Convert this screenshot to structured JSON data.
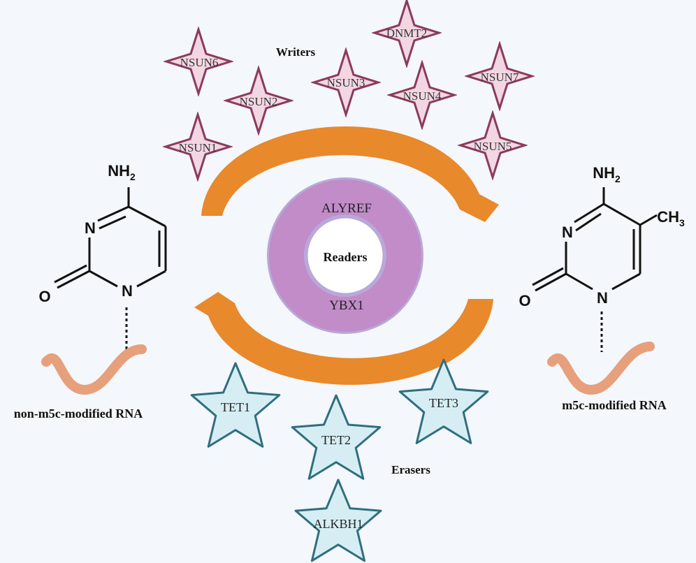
{
  "writers": {
    "heading": "Writers",
    "items": [
      "NSUN6",
      "NSUN2",
      "NSUN1",
      "DNMT2",
      "NSUN3",
      "NSUN4",
      "NSUN7",
      "NSUN5"
    ]
  },
  "readers": {
    "heading": "Readers",
    "top": "ALYREF",
    "bottom": "YBX1"
  },
  "erasers": {
    "heading": "Erasers",
    "items": [
      "TET1",
      "TET2",
      "TET3",
      "ALKBH1"
    ]
  },
  "left_molecule": {
    "nh2": "NH",
    "nh2_sub": "2",
    "n_top": "N",
    "n_bottom": "N",
    "o": "O",
    "caption": "non-m5c-modified RNA"
  },
  "right_molecule": {
    "nh2": "NH",
    "nh2_sub": "2",
    "ch3": "CH",
    "ch3_sub": "3",
    "n_top": "N",
    "n_bottom": "N",
    "o": "O",
    "caption": "m5c-modified RNA"
  },
  "colors": {
    "background": "#f4f7fb",
    "writer_fill": "#f2d7e3",
    "writer_stroke": "#8b3a5e",
    "eraser_fill": "#d6eef3",
    "eraser_stroke": "#2f6f80",
    "arrow": "#e8892c",
    "ring": "#c18cc8",
    "ring_stroke": "#b9a8d9",
    "rna": "#e6a07c"
  }
}
